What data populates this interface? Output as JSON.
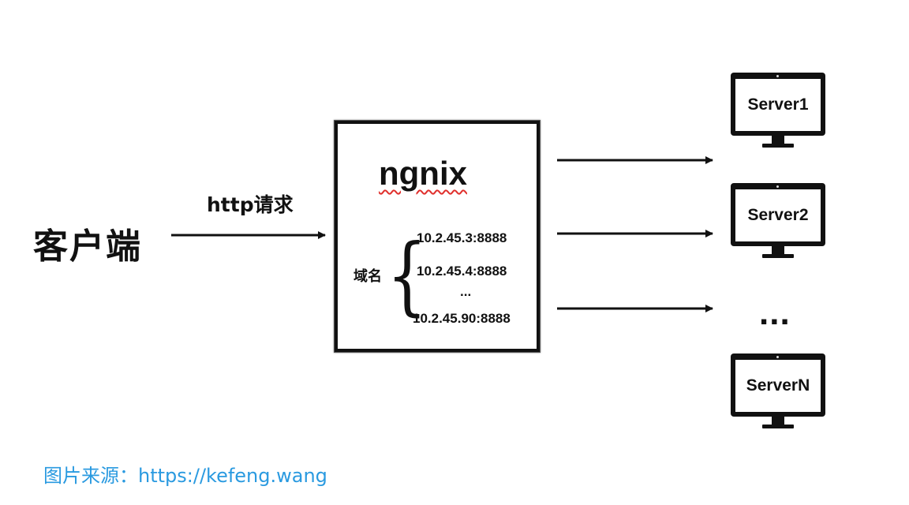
{
  "client": {
    "label": "客户端"
  },
  "request": {
    "label": "http请求"
  },
  "nginx": {
    "title": "ngnix",
    "domain_label": "域名",
    "brace": "{",
    "upstreams": [
      "10.2.45.3:8888",
      "10.2.45.4:8888",
      "...",
      "10.2.45.90:8888"
    ]
  },
  "servers": [
    "Server1",
    "Server2",
    "ServerN"
  ],
  "servers_ellipsis": "...",
  "source": "图片来源：https://kefeng.wang",
  "colors": {
    "stroke": "#111111",
    "source_link": "#2a9ae0",
    "spellcheck_underline": "#e0302d"
  }
}
